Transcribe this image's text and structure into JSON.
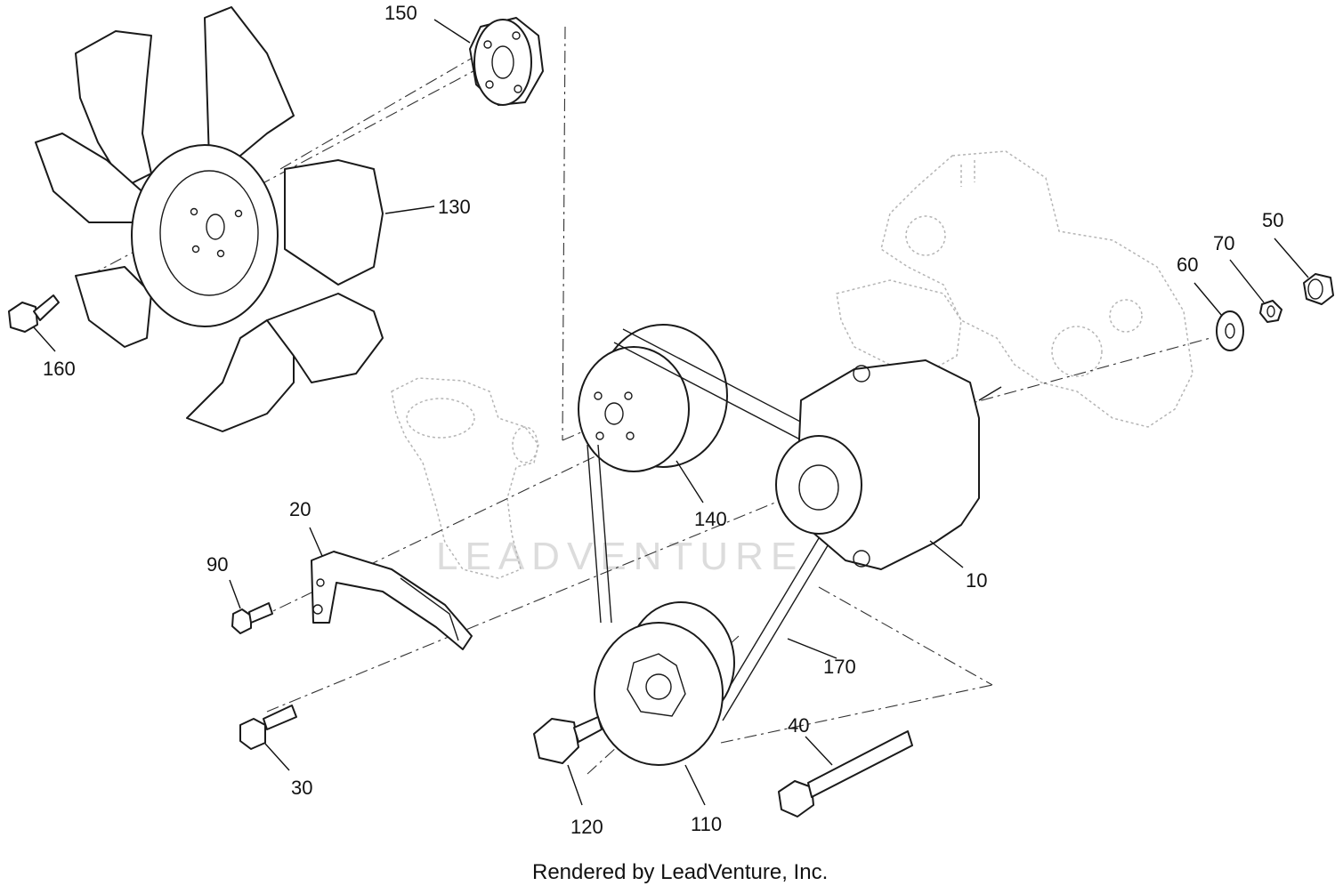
{
  "diagram": {
    "callouts": [
      {
        "id": "c150",
        "label": "150"
      },
      {
        "id": "c130",
        "label": "130"
      },
      {
        "id": "c160",
        "label": "160"
      },
      {
        "id": "c50",
        "label": "50"
      },
      {
        "id": "c70",
        "label": "70"
      },
      {
        "id": "c60",
        "label": "60"
      },
      {
        "id": "c140",
        "label": "140"
      },
      {
        "id": "c10",
        "label": "10"
      },
      {
        "id": "c20",
        "label": "20"
      },
      {
        "id": "c90",
        "label": "90"
      },
      {
        "id": "c170",
        "label": "170"
      },
      {
        "id": "c40",
        "label": "40"
      },
      {
        "id": "c30",
        "label": "30"
      },
      {
        "id": "c120",
        "label": "120"
      },
      {
        "id": "c110",
        "label": "110"
      }
    ],
    "watermark": "LEADVENTURE",
    "footer": "Rendered by LeadVenture, Inc."
  }
}
